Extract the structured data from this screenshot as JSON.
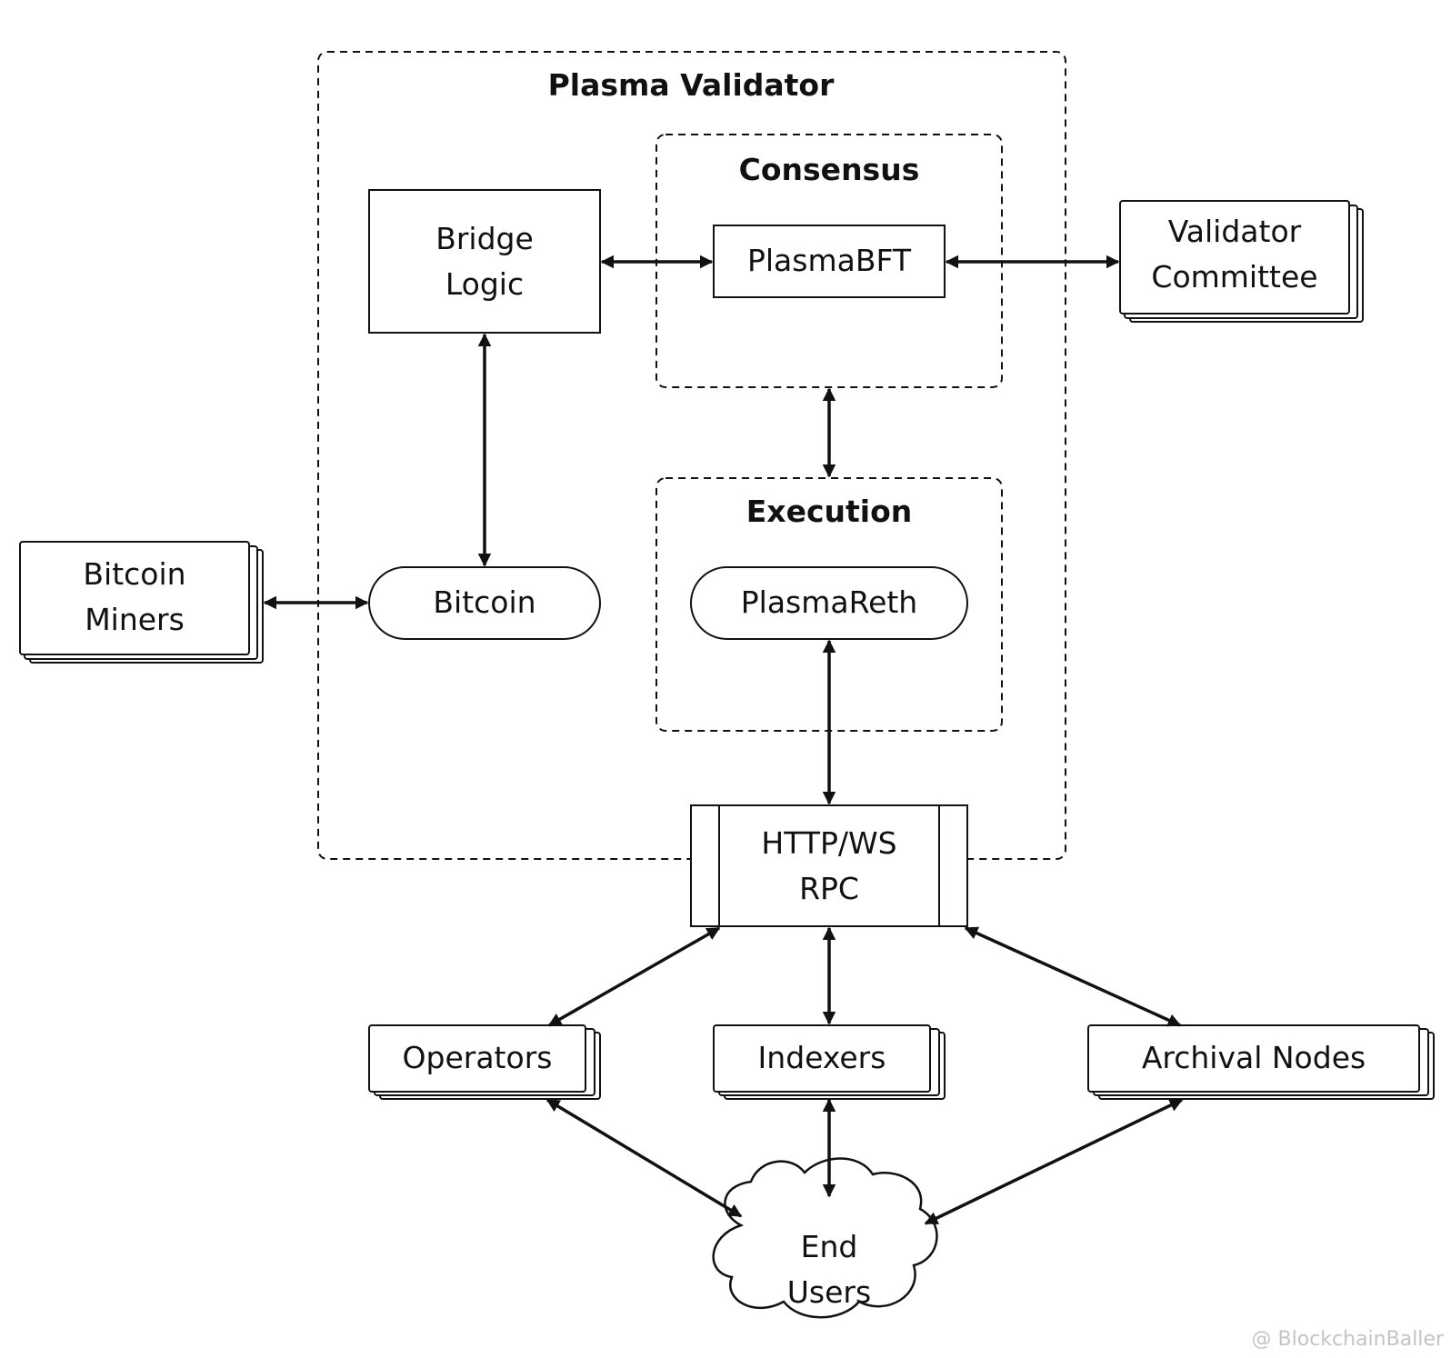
{
  "diagram": {
    "groups": {
      "plasma_validator": "Plasma Validator",
      "consensus": "Consensus",
      "execution": "Execution"
    },
    "nodes": {
      "bridge_logic": "Bridge\nLogic",
      "plasma_bft": "PlasmaBFT",
      "validator_committee": "Validator\nCommittee",
      "bitcoin_miners": "Bitcoin\nMiners",
      "bitcoin": "Bitcoin",
      "plasma_reth": "PlasmaReth",
      "rpc": "HTTP/WS\nRPC",
      "operators": "Operators",
      "indexers": "Indexers",
      "archival_nodes": "Archival Nodes",
      "end_users": "End\nUsers"
    },
    "edges": [
      {
        "from": "bridge_logic",
        "to": "plasma_bft",
        "direction": "both"
      },
      {
        "from": "plasma_bft",
        "to": "validator_committee",
        "direction": "both"
      },
      {
        "from": "bridge_logic",
        "to": "bitcoin",
        "direction": "both"
      },
      {
        "from": "bitcoin_miners",
        "to": "bitcoin",
        "direction": "both"
      },
      {
        "from": "consensus",
        "to": "execution",
        "direction": "both"
      },
      {
        "from": "plasma_reth",
        "to": "rpc",
        "direction": "both"
      },
      {
        "from": "rpc",
        "to": "operators",
        "direction": "both"
      },
      {
        "from": "rpc",
        "to": "indexers",
        "direction": "both"
      },
      {
        "from": "rpc",
        "to": "archival_nodes",
        "direction": "both"
      },
      {
        "from": "operators",
        "to": "end_users",
        "direction": "both"
      },
      {
        "from": "indexers",
        "to": "end_users",
        "direction": "both"
      },
      {
        "from": "archival_nodes",
        "to": "end_users",
        "direction": "both"
      }
    ]
  },
  "watermark": "@ BlockchainBaller",
  "colors": {
    "stroke": "#111111",
    "background": "#ffffff",
    "watermark": "#c4c4c4"
  }
}
